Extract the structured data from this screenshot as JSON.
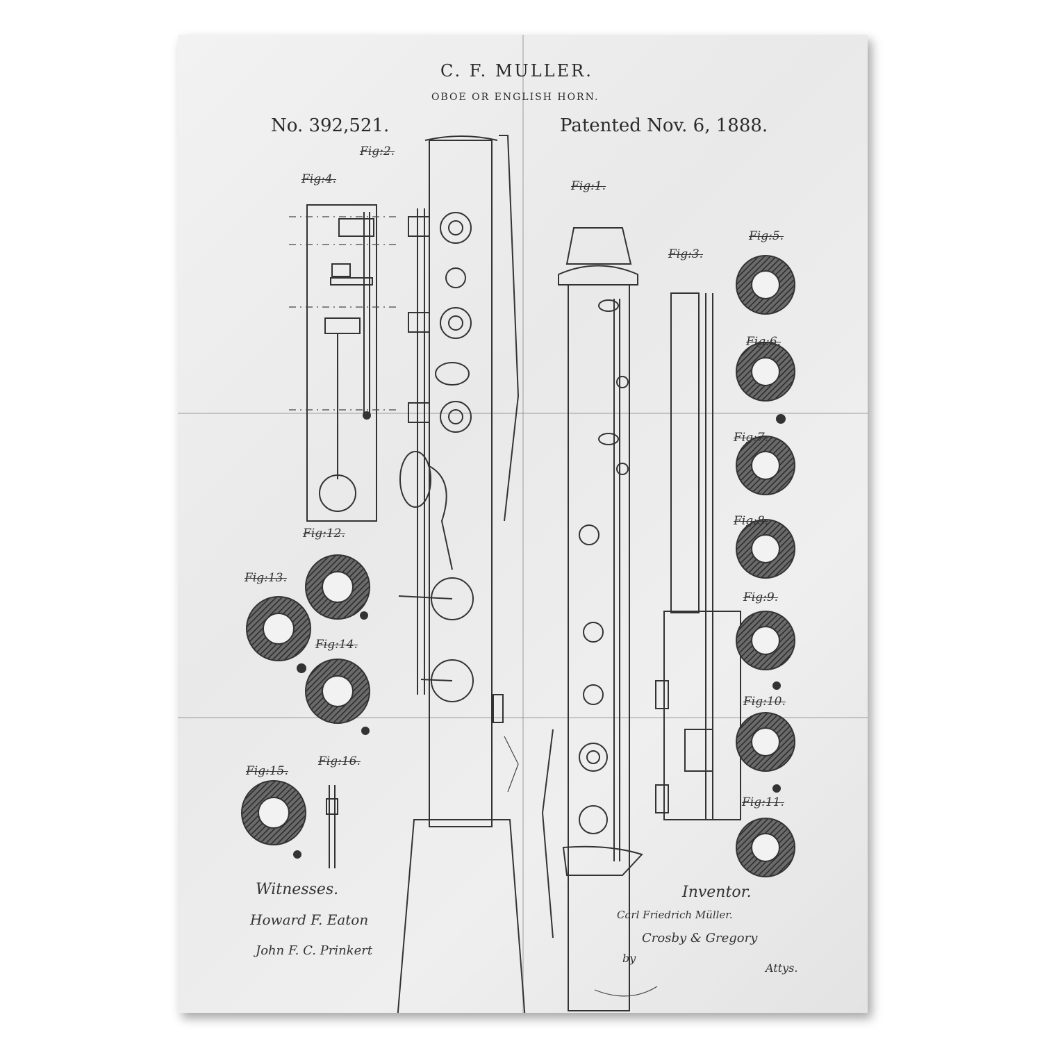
{
  "header": {
    "inventor": "C. F. MULLER.",
    "subject": "OBOE OR ENGLISH HORN.",
    "patent_number": "No. 392,521.",
    "patent_date": "Patented Nov. 6, 1888."
  },
  "figures": {
    "fig1": "Fig:1.",
    "fig2": "Fig:2.",
    "fig3": "Fig:3.",
    "fig4": "Fig:4.",
    "fig5": "Fig:5.",
    "fig6": "Fig:6.",
    "fig7": "Fig:7.",
    "fig8": "Fig:8.",
    "fig9": "Fig:9.",
    "fig10": "Fig:10.",
    "fig11": "Fig:11.",
    "fig12": "Fig:12.",
    "fig13": "Fig:13.",
    "fig14": "Fig:14.",
    "fig15": "Fig:15.",
    "fig16": "Fig:16."
  },
  "footer": {
    "witnesses_label": "Witnesses.",
    "witness_1": "Howard F. Eaton",
    "witness_2": "John F. C. Prinkert",
    "inventor_label": "Inventor.",
    "inventor_signature": "Carl Friedrich Müller.",
    "by": "by",
    "attorneys": "Crosby & Gregory",
    "attys": "Attys."
  }
}
